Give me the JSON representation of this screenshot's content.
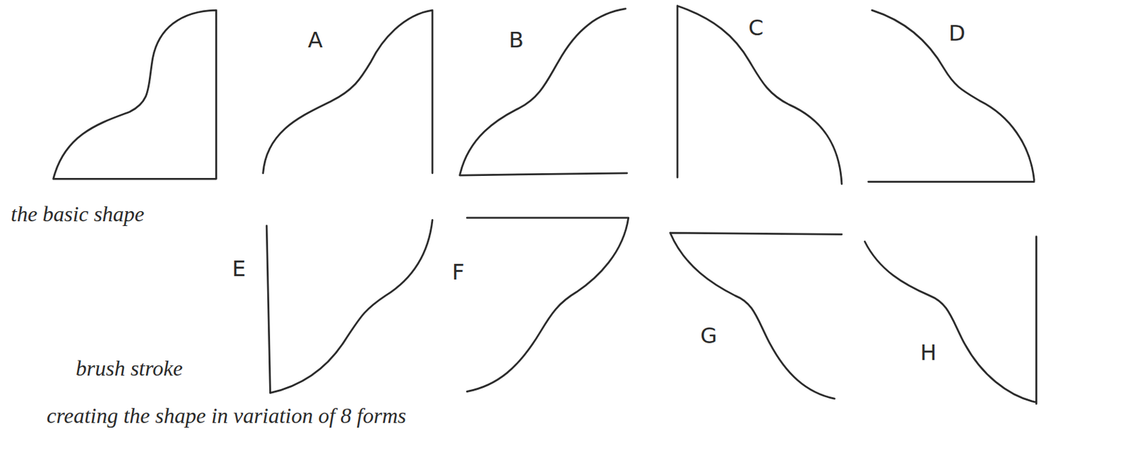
{
  "diagram": {
    "labels": [
      "the basic shape",
      "A",
      "B",
      "C",
      "D",
      "E",
      "F",
      "G",
      "H",
      "brush stroke",
      "creating the shape in variation of 8 forms"
    ]
  }
}
